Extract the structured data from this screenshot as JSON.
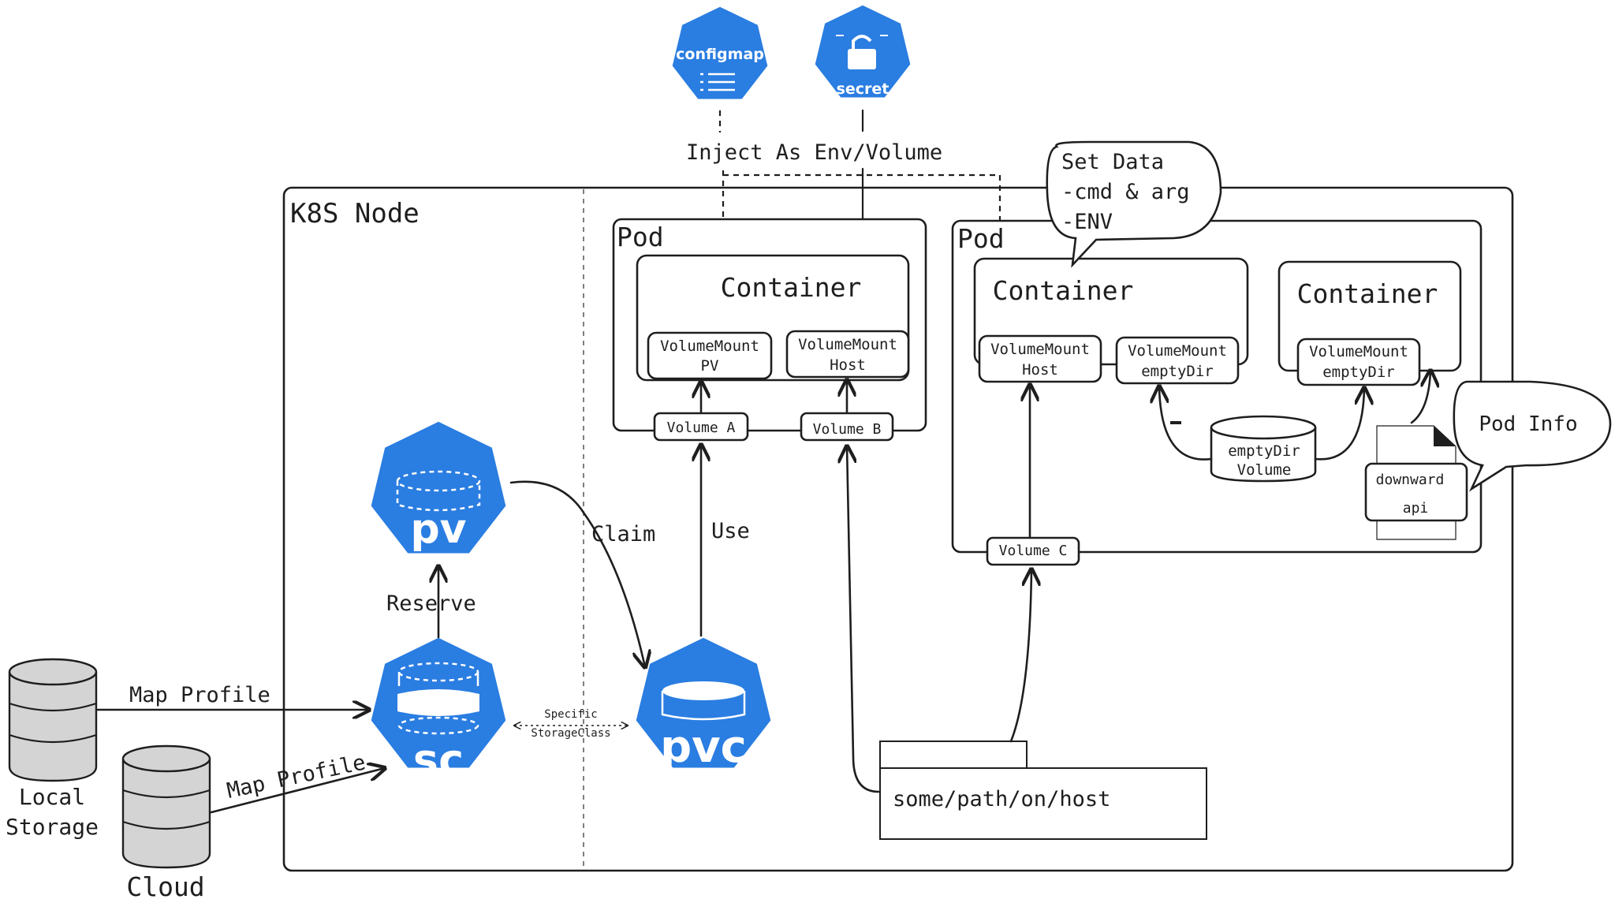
{
  "node": {
    "title": "K8S Node"
  },
  "icons": {
    "configmap": "configmap",
    "secret": "secret",
    "pv": "pv",
    "sc": "sc",
    "pvc": "pvc"
  },
  "labels": {
    "inject": "Inject As Env/Volume",
    "claim": "Claim",
    "use": "Use",
    "reserve": "Reserve",
    "map_profile_1": "Map Profile",
    "map_profile_2": "Map Profile",
    "specific_sc_1": "Specific",
    "specific_sc_2": "StorageClass",
    "local_storage_1": "Local",
    "local_storage_2": "Storage",
    "cloud": "Cloud",
    "host_path": "some/path/on/host"
  },
  "pod1": {
    "title": "Pod",
    "container": "Container",
    "vm_pv_1": "VolumeMount",
    "vm_pv_2": "PV",
    "vm_host_1": "VolumeMount",
    "vm_host_2": "Host",
    "volume_a": "Volume A",
    "volume_b": "Volume B"
  },
  "pod2": {
    "title": "Pod",
    "container1": "Container",
    "container2": "Container",
    "vm_host_1": "VolumeMount",
    "vm_host_2": "Host",
    "vm_empty1_1": "VolumeMount",
    "vm_empty1_2": "emptyDir",
    "vm_empty2_1": "VolumeMount",
    "vm_empty2_2": "emptyDir",
    "emptydir_1": "emptyDir",
    "emptydir_2": "Volume",
    "volume_c": "Volume C",
    "downward_1": "downward",
    "downward_2": "api"
  },
  "callouts": {
    "set_data_1": "Set Data",
    "set_data_2": "-cmd & arg",
    "set_data_3": "-ENV",
    "pod_info": "Pod Info"
  },
  "colors": {
    "k8s_blue": "#2a7de1",
    "stroke": "#1e1e1e",
    "db_gray": "#d4d4d4"
  }
}
